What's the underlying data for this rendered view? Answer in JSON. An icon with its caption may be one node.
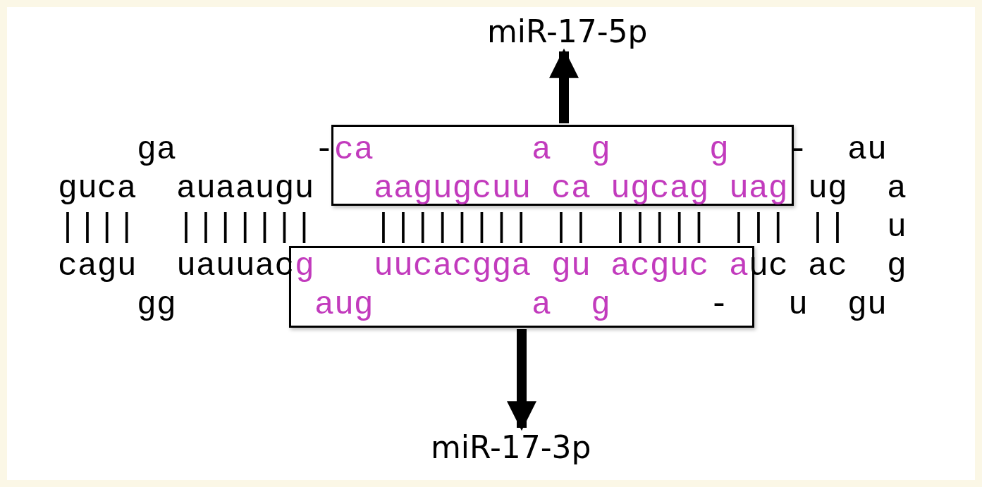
{
  "diagram": {
    "nodes": [
      {
        "text": [
          "ca",
          "a",
          "g",
          "g",
          "aagugcuu",
          "ca",
          "ugcag",
          "uag"
        ]
      },
      {
        "text": [
          "miR-17-5p"
        ]
      },
      {
        "text": [
          "g",
          "uucacgga",
          "gu",
          "acguc",
          "a",
          "aug",
          "a",
          "g",
          "-"
        ]
      },
      {
        "text": [
          "miR-17-3p"
        ]
      }
    ],
    "edges": [
      {
        "from": 0,
        "to": 1,
        "arrow": "to"
      },
      {
        "from": 2,
        "to": 3,
        "arrow": "to"
      }
    ],
    "labels": [
      "ga",
      "-",
      "-",
      "au",
      "guca",
      "auaaugu",
      "ug",
      "a",
      "||||",
      "|||||||",
      "||||||||",
      "||",
      "|||||",
      "|||",
      "||",
      "u",
      "cagu",
      "uauuac",
      "uc",
      "ac",
      "g",
      "gg",
      "u",
      "gu"
    ]
  }
}
